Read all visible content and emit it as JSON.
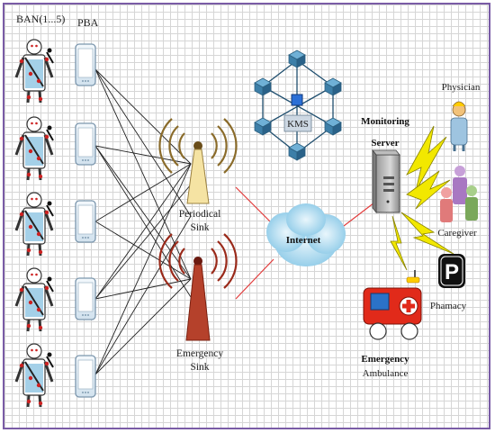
{
  "labels": {
    "ban": "BAN(1...5)",
    "pba": "PBA",
    "periodical_sink": [
      "Periodical",
      "Sink"
    ],
    "emergency_sink": [
      "Emergency",
      "Sink"
    ],
    "internet": "Internet",
    "kms": "KMS",
    "monitoring_server": [
      "Monitoring",
      "Server"
    ],
    "physician": "Physician",
    "caregiver": "Caregiver",
    "pharmacy": "Phamacy",
    "pharmacy_sign": "P",
    "emergency_ambulance": [
      "Emergency",
      "Ambulance"
    ]
  },
  "colors": {
    "frame": "#7a5ca6",
    "grid": "#d6d6d6",
    "periodical_tower": "#f5e3a3",
    "emergency_tower": "#b5412b",
    "cloud": "#9fd4ec",
    "kms_cube": "#4a8ab0",
    "kms_center": "#2b6fd6",
    "link_red": "#e23b3b",
    "lightning": "#f2e800",
    "ambulance": "#e12a1a"
  }
}
